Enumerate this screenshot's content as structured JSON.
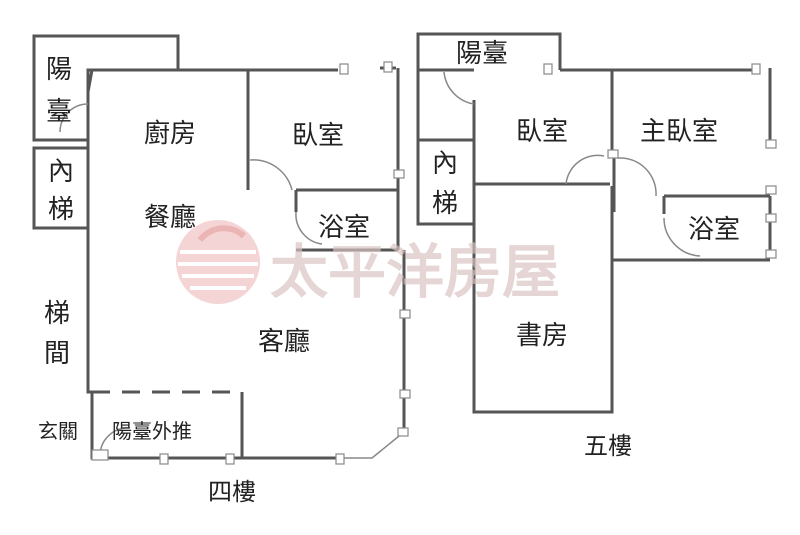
{
  "watermark": {
    "text": "太平洋房屋",
    "color": "#e8a3a3"
  },
  "floor4": {
    "floor_label": "四樓",
    "balcony": "陽\n臺",
    "inner_stairs": "內\n梯",
    "stairwell": "梯\n間",
    "kitchen": "廚房",
    "dining": "餐廳",
    "bedroom": "臥室",
    "bathroom": "浴室",
    "living": "客廳",
    "entrance": "玄關",
    "balcony_extension": "陽臺外推"
  },
  "floor5": {
    "floor_label": "五樓",
    "balcony": "陽臺",
    "inner_stairs": "內\n梯",
    "bedroom": "臥室",
    "master_bedroom": "主臥室",
    "bathroom": "浴室",
    "study": "書房"
  }
}
